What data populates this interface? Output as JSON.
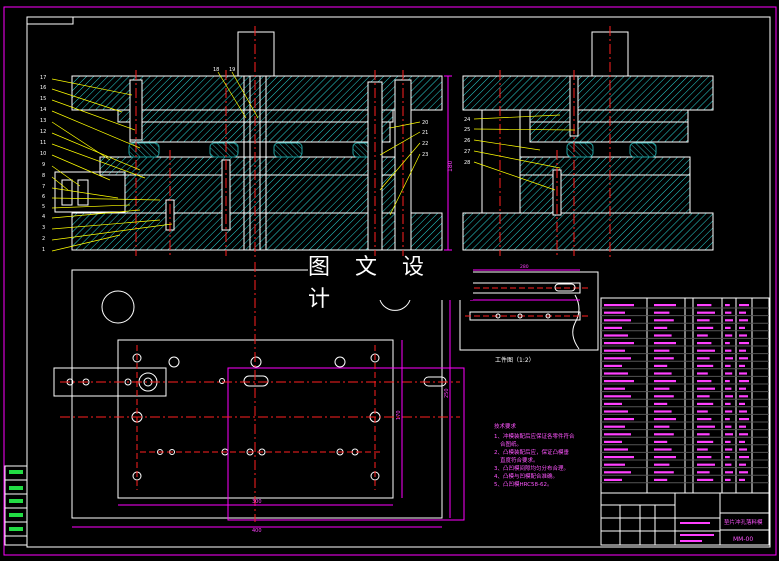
{
  "watermark": "图 文 设 计",
  "part_numbers_left": [
    "17",
    "16",
    "15",
    "14",
    "13",
    "12",
    "11",
    "10",
    "9",
    "8",
    "7",
    "6",
    "5",
    "4",
    "3",
    "2",
    "1"
  ],
  "part_numbers_top": [
    "18",
    "19"
  ],
  "part_numbers_mid": [
    "20",
    "21",
    "22",
    "23"
  ],
  "part_numbers_right": [
    "24",
    "25",
    "26",
    "27",
    "28"
  ],
  "part_drawing_title": "工件图（1:2）",
  "tech_requirements": {
    "title": "技术要求",
    "items": [
      "1、冲模装配后应保证各零件符合",
      "合图纸。",
      "2、凸模装配后应，保证凸模垂",
      "直度符合要求。",
      "3、凸凹模间隙均匀分布合理。",
      "4、凸模与凹模配合准确。",
      "5、凸凹模HRC58-62。"
    ]
  },
  "dims": {
    "overall_height": "180",
    "plate_width": "300",
    "plate_depth": "170",
    "base_width": "400",
    "base_depth": "250",
    "part_length": "280"
  },
  "title_block": {
    "name": "垫片冲孔落料模",
    "drawing_no": "MM-00"
  },
  "colors": {
    "frame": "#ff00ff",
    "outline": "#ffffff",
    "centerline": "#ff2020",
    "dimension": "#ff00ff",
    "hatch": "#00ffff",
    "elastic": "#20a0a0",
    "leader": "#ffff00",
    "table_text": "#ff40ff"
  }
}
